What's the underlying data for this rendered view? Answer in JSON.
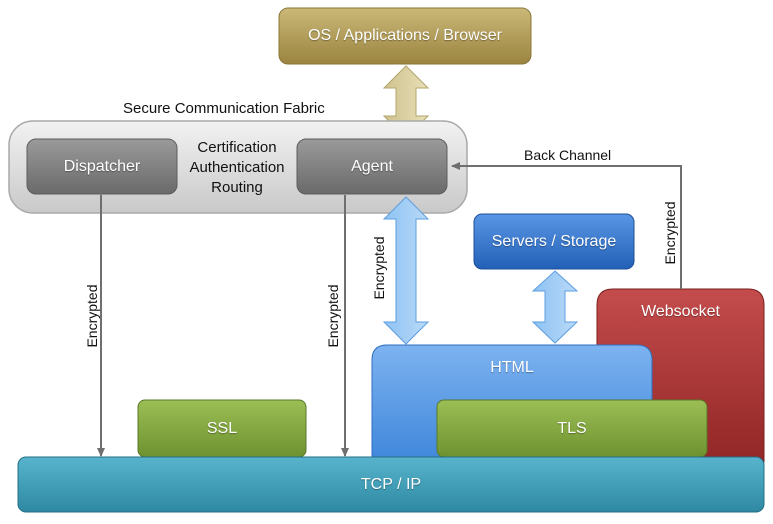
{
  "diagram": {
    "top_box": "OS / Applications / Browser",
    "fabric_title": "Secure Communication Fabric",
    "dispatcher": "Dispatcher",
    "agent": "Agent",
    "fabric_features": [
      "Certification",
      "Authentication",
      "Routing"
    ],
    "back_channel": "Back Channel",
    "servers": "Servers / Storage",
    "websocket": "Websocket",
    "html": "HTML",
    "ssl": "SSL",
    "tls": "TLS",
    "tcpip": "TCP / IP",
    "encrypted": "Encrypted"
  },
  "colors": {
    "olive": "#b09a52",
    "fabric_gray": "#d8d8d8",
    "dark_gray": "#7c7c7c",
    "blue": "#4a8fe0",
    "dark_blue": "#2a6cc4",
    "red": "#a83232",
    "green": "#82a63a",
    "teal": "#3c9bb4"
  }
}
